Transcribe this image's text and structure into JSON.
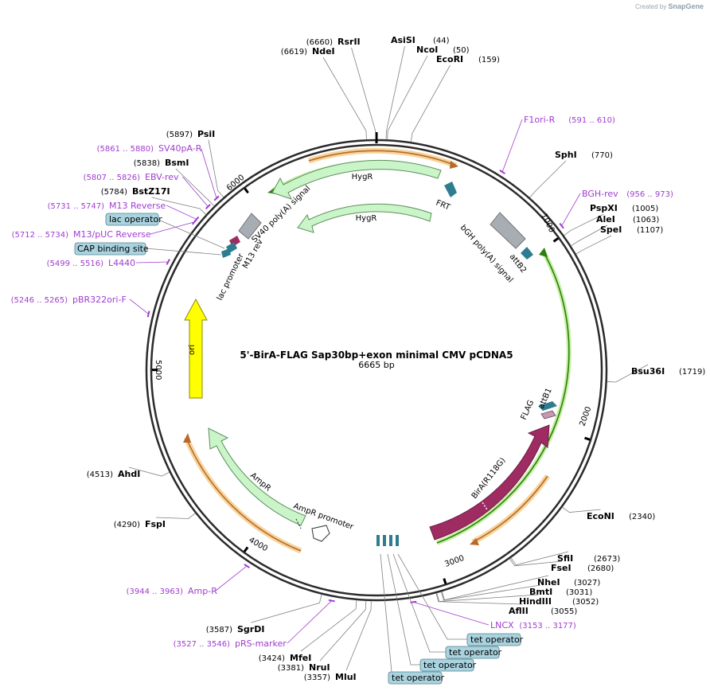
{
  "credit": {
    "prefix": "Created by",
    "brand": "SnapGene"
  },
  "plasmid": {
    "name": "5'-BirA-FLAG Sap30bp+exon minimal CMV pCDNA5",
    "length_label": "6665 bp",
    "length": 6665
  },
  "ticks": [
    {
      "pos": 1000,
      "label": "1000"
    },
    {
      "pos": 2000,
      "label": "2000"
    },
    {
      "pos": 3000,
      "label": "3000"
    },
    {
      "pos": 4000,
      "label": "4000"
    },
    {
      "pos": 5000,
      "label": "5000"
    },
    {
      "pos": 6000,
      "label": "6000"
    }
  ],
  "enzymes": [
    {
      "name": "RsrII",
      "pos": 6660,
      "pos_label": "(6660)"
    },
    {
      "name": "NdeI",
      "pos": 6619,
      "pos_label": "(6619)"
    },
    {
      "name": "AsiSI",
      "pos": 44,
      "pos_label": "(44)"
    },
    {
      "name": "NcoI",
      "pos": 50,
      "pos_label": "(50)"
    },
    {
      "name": "EcoRI",
      "pos": 159,
      "pos_label": "(159)"
    },
    {
      "name": "SphI",
      "pos": 770,
      "pos_label": "(770)"
    },
    {
      "name": "PspXI",
      "pos": 1005,
      "pos_label": "(1005)"
    },
    {
      "name": "AleI",
      "pos": 1063,
      "pos_label": "(1063)"
    },
    {
      "name": "SpeI",
      "pos": 1107,
      "pos_label": "(1107)"
    },
    {
      "name": "Bsu36I",
      "pos": 1719,
      "pos_label": "(1719)"
    },
    {
      "name": "EcoNI",
      "pos": 2340,
      "pos_label": "(2340)"
    },
    {
      "name": "SfiI",
      "pos": 2673,
      "pos_label": "(2673)"
    },
    {
      "name": "FseI",
      "pos": 2680,
      "pos_label": "(2680)"
    },
    {
      "name": "NheI",
      "pos": 3027,
      "pos_label": "(3027)"
    },
    {
      "name": "BmtI",
      "pos": 3031,
      "pos_label": "(3031)"
    },
    {
      "name": "HindIII",
      "pos": 3052,
      "pos_label": "(3052)"
    },
    {
      "name": "AflII",
      "pos": 3055,
      "pos_label": "(3055)"
    },
    {
      "name": "MluI",
      "pos": 3357,
      "pos_label": "(3357)"
    },
    {
      "name": "NruI",
      "pos": 3381,
      "pos_label": "(3381)"
    },
    {
      "name": "MfeI",
      "pos": 3424,
      "pos_label": "(3424)"
    },
    {
      "name": "SgrDI",
      "pos": 3587,
      "pos_label": "(3587)"
    },
    {
      "name": "FspI",
      "pos": 4290,
      "pos_label": "(4290)"
    },
    {
      "name": "AhdI",
      "pos": 4513,
      "pos_label": "(4513)"
    },
    {
      "name": "BstZ17I",
      "pos": 5784,
      "pos_label": "(5784)"
    },
    {
      "name": "BsmI",
      "pos": 5838,
      "pos_label": "(5838)"
    },
    {
      "name": "PsiI",
      "pos": 5897,
      "pos_label": "(5897)"
    }
  ],
  "primers": [
    {
      "name": "F1ori-R",
      "range": "(591 .. 610)",
      "pos": 600
    },
    {
      "name": "BGH-rev",
      "range": "(956 .. 973)",
      "pos": 964
    },
    {
      "name": "LNCX",
      "range": "(3153 .. 3177)",
      "pos": 3165
    },
    {
      "name": "pRS-marker",
      "range": "(3527 .. 3546)",
      "pos": 3536
    },
    {
      "name": "Amp-R",
      "range": "(3944 .. 3963)",
      "pos": 3953
    },
    {
      "name": "pBR322ori-F",
      "range": "(5246 .. 5265)",
      "pos": 5255
    },
    {
      "name": "L4440",
      "range": "(5499 .. 5516)",
      "pos": 5507
    },
    {
      "name": "M13/pUC Reverse",
      "range": "(5712 .. 5734)",
      "pos": 5723
    },
    {
      "name": "M13 Reverse",
      "range": "(5731 .. 5747)",
      "pos": 5739
    },
    {
      "name": "EBV-rev",
      "range": "(5807 .. 5826)",
      "pos": 5816
    },
    {
      "name": "SV40pA-R",
      "range": "(5861 .. 5880)",
      "pos": 5870
    }
  ],
  "boxed_features": [
    "lac operator",
    "CAP binding site",
    "tet operator",
    "tet operator",
    "tet operator",
    "tet operator"
  ],
  "features": {
    "hygr_outer": "HygR",
    "hygr_inner": "HygR",
    "frt": "FRT",
    "sv40": "SV40 poly(A) signal",
    "bgh": "bGH poly(A) signal",
    "attb2": "attB2",
    "m13rev": "M13 rev",
    "lac_promoter": "lac promoter",
    "ori": "ori",
    "ampr": "AmpR",
    "ampr_promoter": "AmpR promoter",
    "bira": "BirA(R118G)",
    "flag": "FLAG",
    "attb1": "attB1"
  },
  "colors": {
    "backbone": "#2b2b2b",
    "enzyme_line": "#808080",
    "primer": "#a03ccf",
    "hygr": "#c9f5c9",
    "hygr_stroke": "#5d8f5d",
    "polyA": "#a8adb3",
    "attB": "#2e7c90",
    "ori": "#ffff00",
    "bira": "#9e2c62",
    "orf_green": "#4d9a1a",
    "orf_orange": "#e6a63d",
    "boxed_fill": "#a9d3df"
  }
}
